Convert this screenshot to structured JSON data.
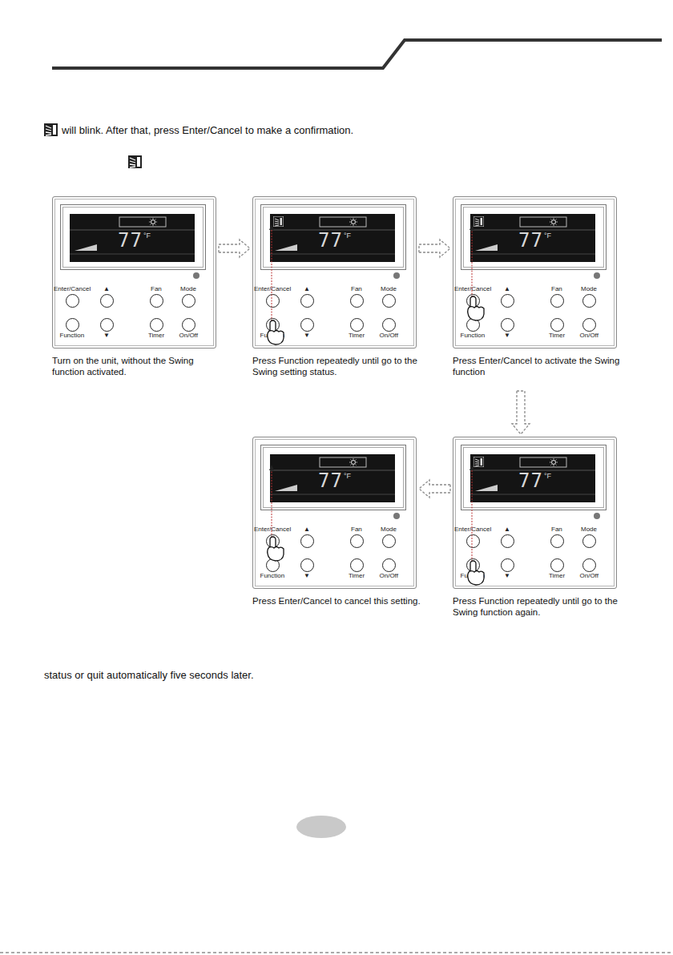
{
  "diagram": {
    "nodes": [
      {
        "text": [
          "77",
          "°F",
          "Enter/Cancel",
          "▲",
          "Fan",
          "Mode",
          "Function",
          "▼",
          "Timer",
          "On/Off",
          "Turn on the unit, without the Swing function activated."
        ]
      },
      {
        "text": [
          "77",
          "°F",
          "Enter/Cancel",
          "▲",
          "Fan",
          "Mode",
          "Function",
          "▼",
          "Timer",
          "On/Off",
          "Press Function repeatedly until go to the Swing setting status."
        ]
      },
      {
        "text": [
          "77",
          "°F",
          "Enter/Cancel",
          "▲",
          "Fan",
          "Mode",
          "Function",
          "▼",
          "Timer",
          "On/Off",
          "Press Enter/Cancel to activate the Swing function"
        ]
      },
      {
        "text": [
          "77",
          "°F",
          "Enter/Cancel",
          "▲",
          "Fan",
          "Mode",
          "Function",
          "▼",
          "Timer",
          "On/Off",
          "Press Enter/Cancel to cancel this setting."
        ]
      },
      {
        "text": [
          "77",
          "°F",
          "Enter/Cancel",
          "▲",
          "Fan",
          "Mode",
          "Function",
          "▼",
          "Timer",
          "On/Off",
          "Press Function repeatedly until go to the Swing function again."
        ]
      }
    ],
    "edges": [
      {
        "from": 0,
        "to": 1,
        "arrow": "to"
      },
      {
        "from": 1,
        "to": 2,
        "arrow": "to"
      },
      {
        "from": 2,
        "to": 4,
        "arrow": "to"
      },
      {
        "from": 4,
        "to": 3,
        "arrow": "to"
      }
    ],
    "labels": [
      "will blink. After that, press Enter/Cancel to make a confirmation.",
      "status or quit automatically five seconds later."
    ]
  }
}
